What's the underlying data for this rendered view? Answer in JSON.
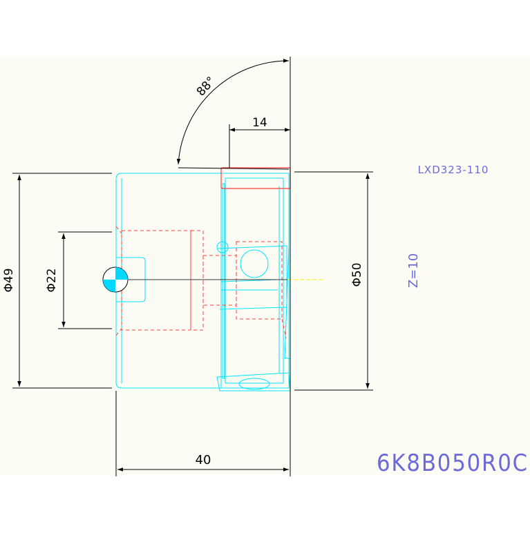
{
  "drawing": {
    "dimensions": {
      "angle": "88°",
      "width_top": "14",
      "dia_outer_left": "Φ49",
      "dia_bore": "Φ22",
      "dia_outer_right": "Φ50",
      "length": "40"
    },
    "labels": {
      "model": "LXD323-110",
      "teeth": "Z=10",
      "part_number": "6K8B050R0C"
    },
    "colors": {
      "background": "#fcfcf5",
      "dimension": "#000000",
      "outline": "#00e5ff",
      "hidden": "#ff3b3b",
      "annotation": "#6a6ad8",
      "centerline": "#ffee00"
    }
  }
}
